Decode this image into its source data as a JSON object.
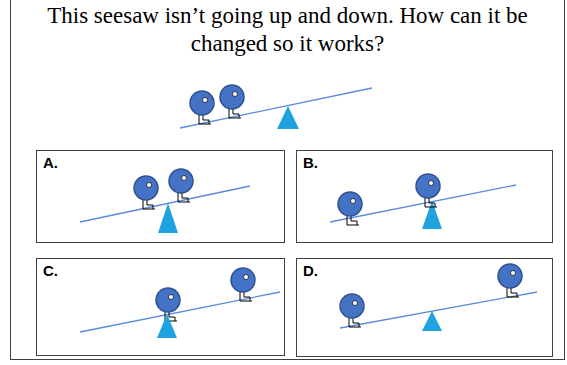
{
  "diagram": {
    "nodes": [
      {
        "text": [
          "This seesaw isn’t going up and down. How can it be changed so it works?"
        ]
      },
      {
        "text": [
          "A."
        ],
        "in": 0
      },
      {
        "text": [
          "B."
        ],
        "in": 0
      },
      {
        "text": [
          "C."
        ],
        "in": 0
      },
      {
        "text": [
          "D."
        ],
        "in": 0
      }
    ]
  }
}
